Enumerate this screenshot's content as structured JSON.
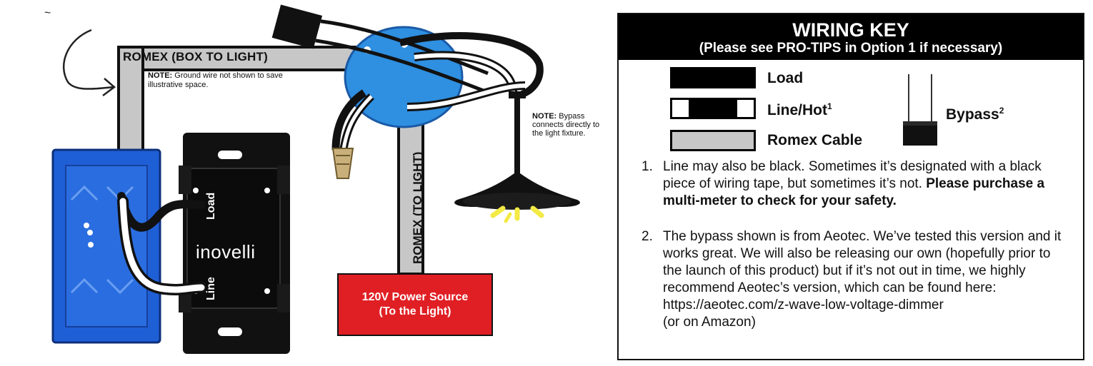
{
  "diagram": {
    "romex_box_to_light": "ROMEX (BOX TO LIGHT)",
    "note_ground_bold": "NOTE:",
    "note_ground_text": " Ground wire not shown to save illustrative space.",
    "note_bypass_bold": "NOTE:",
    "note_bypass_text": " Bypass connects directly to the light fixture.",
    "romex_to_light": "ROMEX (TO LIGHT)",
    "switch_brand": "inovelli",
    "terminal_load": "Load",
    "terminal_line": "Line",
    "power_line1": "120V Power Source",
    "power_line2": "(To the Light)",
    "stray_mark": "~",
    "colors": {
      "blue_box": "#1f5fd6",
      "junction_box": "#2f8fe0",
      "power_red": "#e01f24",
      "romex_gray": "#c7c7c7",
      "switch_black": "#111111"
    }
  },
  "key": {
    "title": "WIRING KEY",
    "subtitle": "(Please see PRO-TIPS in Option 1 if necessary)",
    "legend": {
      "load": "Load",
      "line": "Line/Hot",
      "line_sup": "1",
      "romex": "Romex Cable",
      "bypass": "Bypass",
      "bypass_sup": "2"
    },
    "footnote1": {
      "num": "1.",
      "text": "Line may also be black. Sometimes it’s designated with a black piece of wiring tape, but sometimes it’s not. ",
      "bold": "Please purchase a multi-meter to check for your safety."
    },
    "footnote2": {
      "num": "2.",
      "text": "The bypass shown is from Aeotec. We’ve tested this version and it works great. We will also be releasing our own (hopefully prior to the launch of this product) but if it’s not out in time, we highly recommend Aeotec’s version, which can be found here:",
      "url": "https://aeotec.com/z-wave-low-voltage-dimmer",
      "tail": "(or on Amazon)"
    }
  }
}
